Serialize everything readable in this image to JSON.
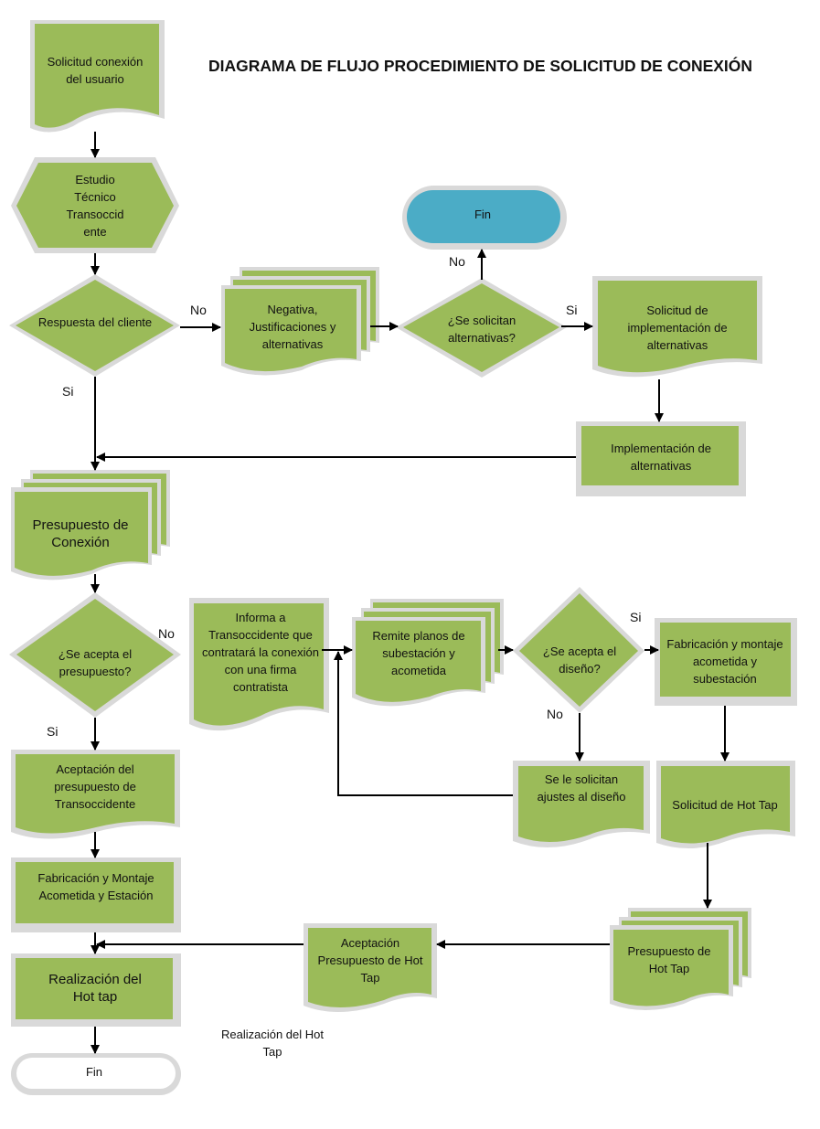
{
  "title": "DIAGRAMA DE FLUJO PROCEDIMIENTO DE SOLICITUD DE CONEXIÓN",
  "colors": {
    "green": "#9bbb59",
    "shadow": "#cfcfcf",
    "blue": "#4bacc6",
    "line": "#000000"
  },
  "nodes": {
    "solicitud": "Solicitud conexión del usuario",
    "estudio": "Estudio Técnico Transoccid ente",
    "respuesta": "Respuesta del cliente",
    "negativa": "Negativa, Justificaciones y alternativas",
    "se_solicitan": "¿Se solicitan alternativas?",
    "fin_top": "Fin",
    "solicitud_impl": "Solicitud de implementación de alternativas",
    "implementacion": "Implementación de alternativas",
    "presupuesto": "Presupuesto de Conexión",
    "se_acepta_presupuesto": "¿Se acepta el presupuesto?",
    "aceptacion": "Aceptación del presupuesto de Transoccidente",
    "fabricacion_left": "Fabricación y Montaje Acometida y Estación",
    "realizacion": "Realización del Hot tap",
    "fin_bottom": "Fin",
    "informa": "Informa a Transoccidente que contratará la conexión con una firma contratista",
    "remite": "Remite planos de subestación y acometida",
    "se_acepta_diseno": "¿Se acepta el diseño?",
    "fabricacion_right": "Fabricación y montaje acometida y subestación",
    "ajustes": "Se le solicitan ajustes al diseño",
    "solicitud_hot": "Solicitud de Hot Tap",
    "presupuesto_hot": "Presupuesto de Hot Tap",
    "aceptacion_hot": "Aceptación Presupuesto de Hot Tap",
    "realizacion_hot_free": "Realización del Hot Tap"
  },
  "labels": {
    "no_respuesta": "No",
    "si_respuesta": "Si",
    "no_fin": "No",
    "si_alternativas": "Si",
    "no_presupuesto": "No",
    "si_presupuesto": "Si",
    "si_diseno": "Si",
    "no_diseno": "No"
  }
}
